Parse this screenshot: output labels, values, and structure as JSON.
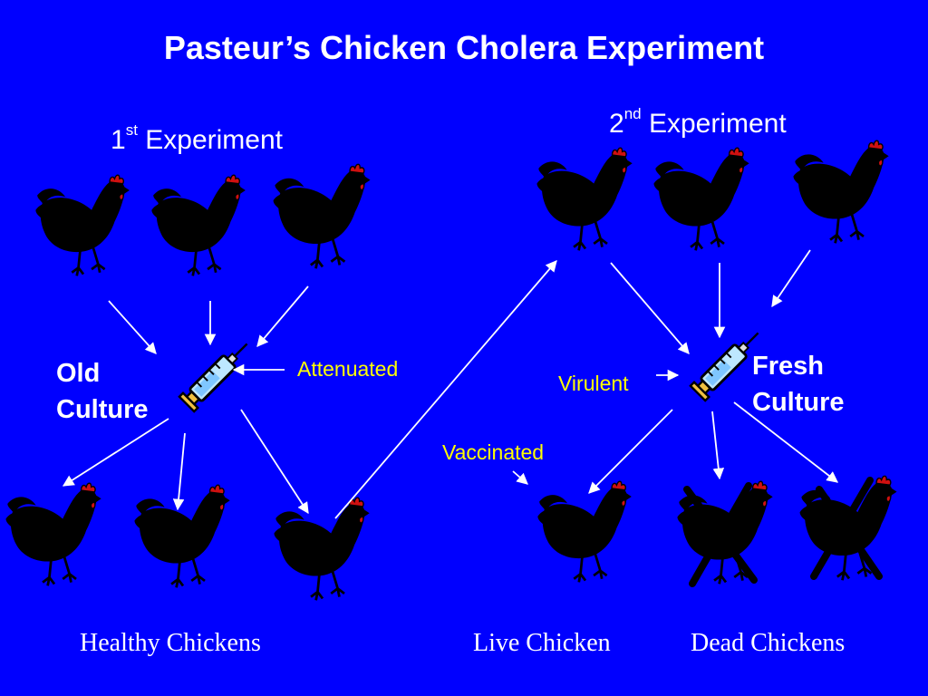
{
  "title": "Pasteur’s Chicken Cholera Experiment",
  "experiments": {
    "first": {
      "number": "1",
      "suffix": "st",
      "word": "Experiment"
    },
    "second": {
      "number": "2",
      "suffix": "nd",
      "word": "Experiment"
    }
  },
  "cultures": {
    "old": {
      "line1": "Old",
      "line2": "Culture"
    },
    "fresh": {
      "line1": "Fresh",
      "line2": "Culture"
    }
  },
  "labels": {
    "attenuated": "Attenuated",
    "virulent": "Virulent",
    "vaccinated": "Vaccinated"
  },
  "captions": {
    "healthy": "Healthy Chickens",
    "live": "Live Chicken",
    "dead": "Dead Chickens"
  },
  "colors": {
    "background": "#0000ff",
    "healthy_chicken": "#f0e6a0",
    "infected_chicken": "#ff2020",
    "label_yellow": "#ffff00",
    "text_white": "#ffffff",
    "cross": "#000000"
  },
  "icons": {
    "chicken": "chicken-icon",
    "syringe": "syringe-icon",
    "cross": "cross-mark-icon"
  }
}
